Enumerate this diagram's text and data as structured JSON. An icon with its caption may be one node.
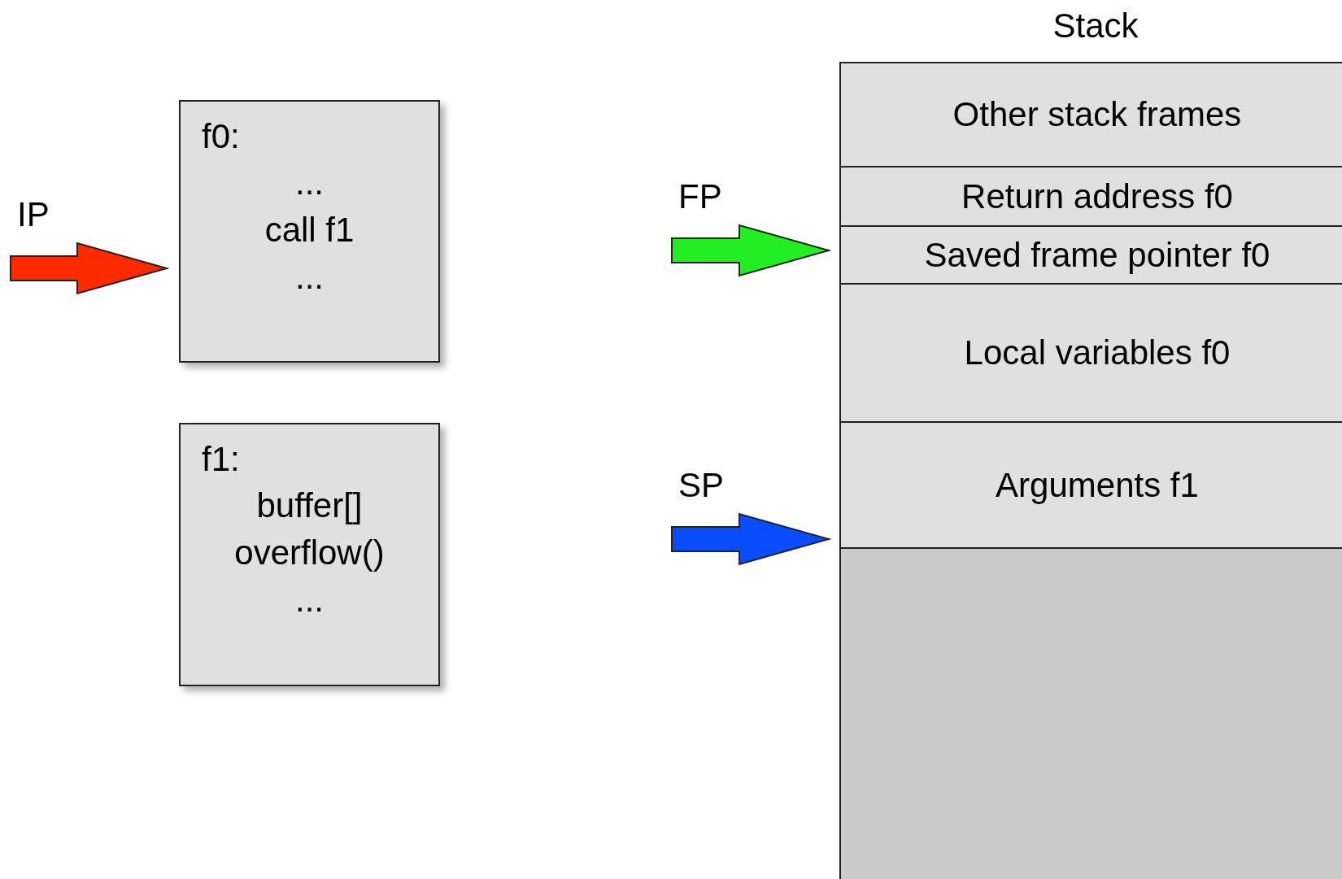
{
  "diagram": {
    "nodes": [
      {
        "text": [
          "f0:",
          "...",
          "call f1",
          "..."
        ]
      },
      {
        "text": [
          "f1:",
          "buffer[]",
          "overflow()",
          "..."
        ]
      },
      {
        "text": [
          "Stack"
        ]
      },
      {
        "text": [
          "Other stack frames"
        ],
        "in": 2
      },
      {
        "text": [
          "Return address f0"
        ],
        "in": 2
      },
      {
        "text": [
          "Saved frame pointer f0"
        ],
        "in": 2
      },
      {
        "text": [
          "Local variables f0"
        ],
        "in": 2
      },
      {
        "text": [
          "Arguments f1"
        ],
        "in": 2
      },
      {
        "text": [],
        "shape": "box",
        "in": 2
      }
    ],
    "edges": [
      {
        "from": null,
        "to": 0,
        "arrow": "to",
        "label": "IP",
        "color": "#ff2a00"
      },
      {
        "from": null,
        "to": 5,
        "arrow": "to",
        "label": "FP",
        "color": "#22ee22"
      },
      {
        "from": null,
        "to": 7,
        "arrow": "to",
        "label": "SP",
        "color": "#0a4dff"
      }
    ]
  }
}
